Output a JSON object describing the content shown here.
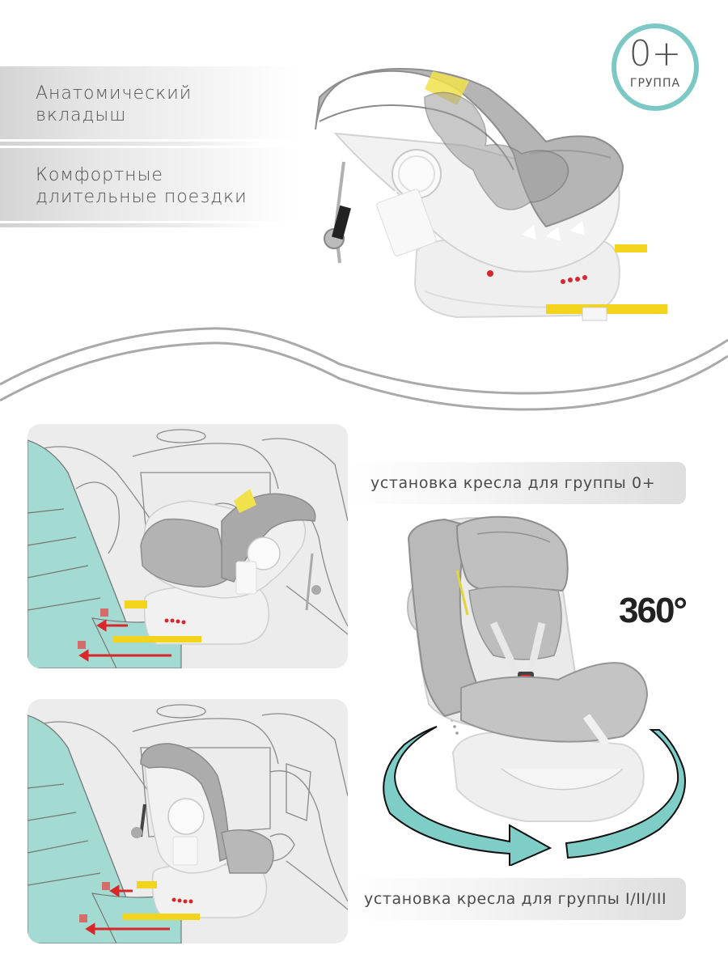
{
  "features": [
    {
      "line1": "Анатомический",
      "line2": "вкладыш"
    },
    {
      "line1": "Комфортные",
      "line2": "длительные поездки"
    }
  ],
  "badge": {
    "number": "0+",
    "label": "ГРУППА",
    "ring_color": "#7cc8c6"
  },
  "installs": [
    {
      "caption": "установка кресла для группы 0+",
      "orientation": "rear-facing"
    },
    {
      "caption": "установка кресла для группы I/II/III",
      "orientation": "forward-facing"
    }
  ],
  "rotation": {
    "label": "360°",
    "arrow_color": "#7fcdc7"
  },
  "colors": {
    "accent_teal": "#7cc8c6",
    "seat_fabric": "#a9a9a9",
    "seat_shell": "#efefef",
    "isofix_yellow": "#f2d41c",
    "arrow_red": "#d8262b",
    "car_seat_teal": "#a3dbd3",
    "text": "#4a4a4a"
  }
}
